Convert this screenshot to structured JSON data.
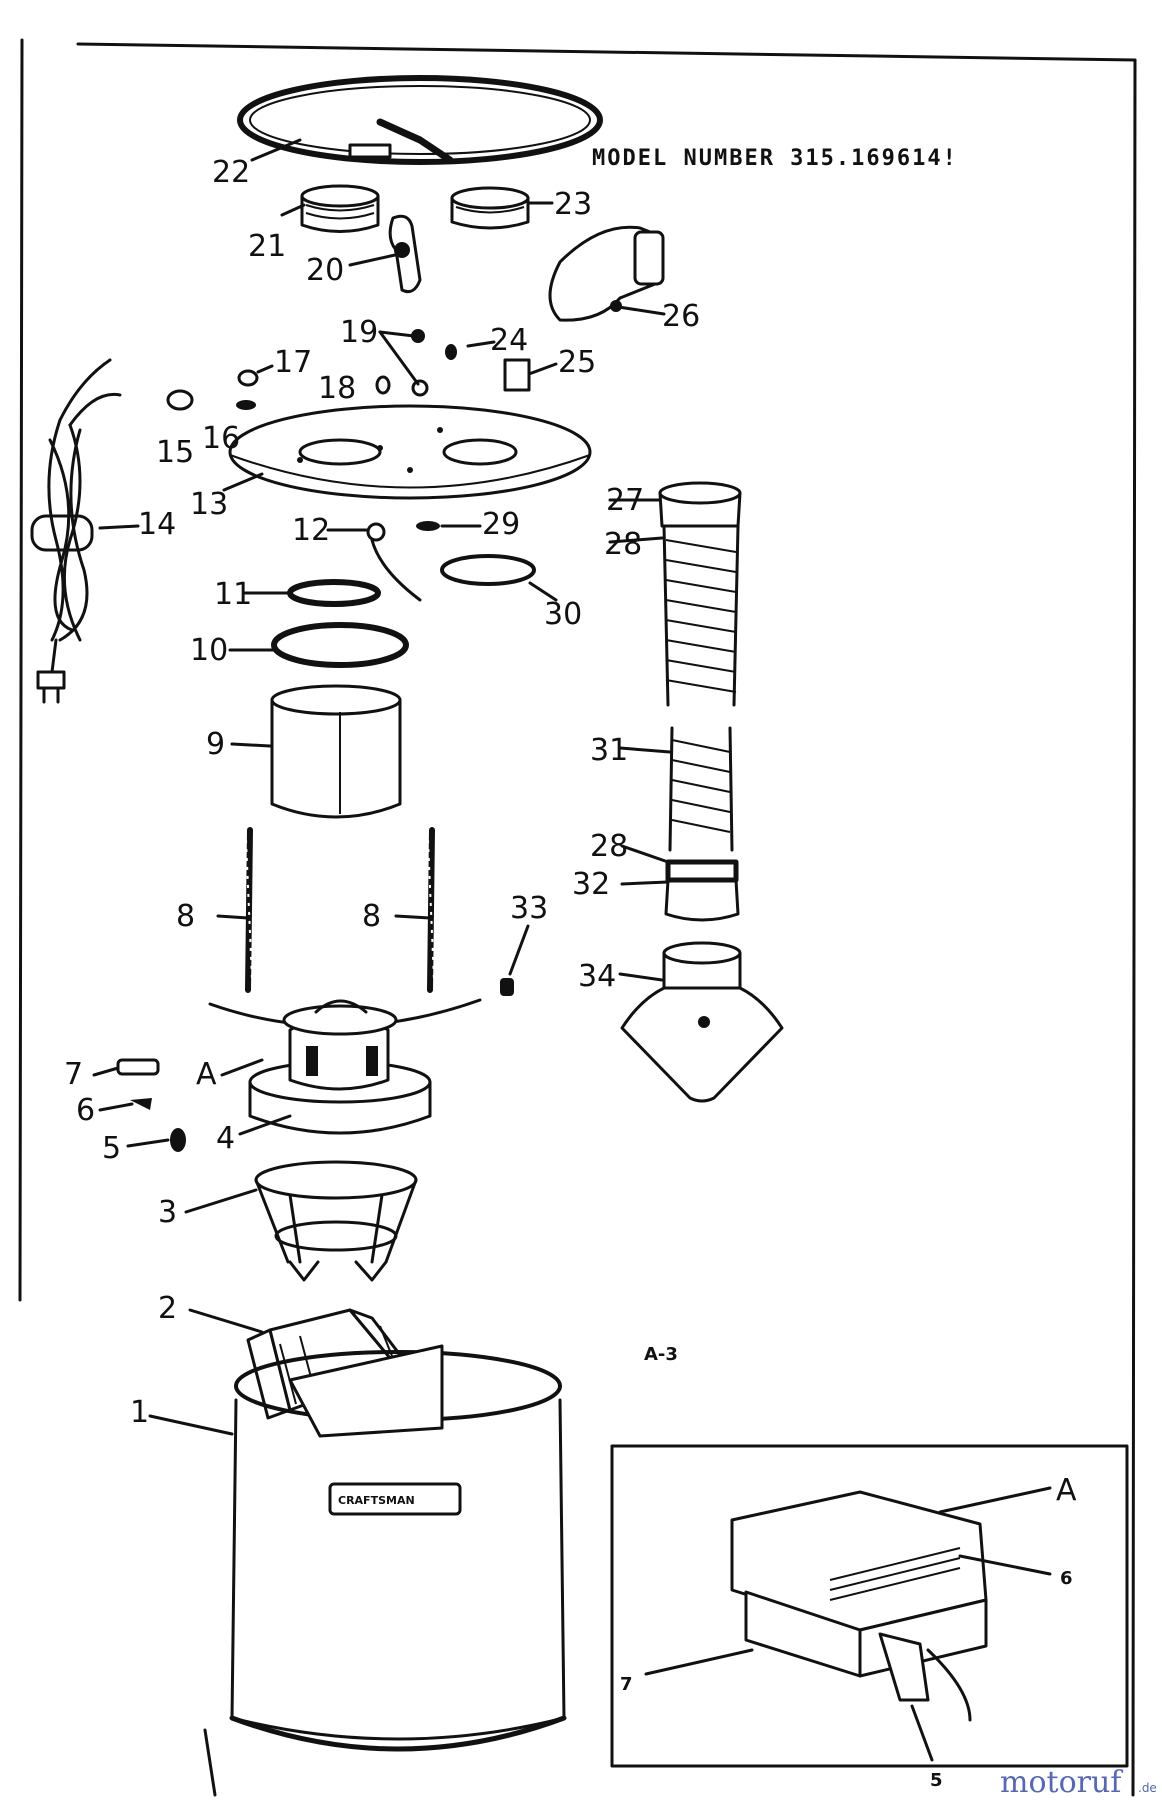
{
  "model_number": "MODEL NUMBER 315.169614!",
  "figure_ref": "A-3",
  "brand": "CRAFTSMAN",
  "watermark": {
    "main": "motoruf",
    "suffix": ".de"
  },
  "main_labels": [
    "1",
    "2",
    "3",
    "4",
    "5",
    "6",
    "7",
    "A",
    "8",
    "8",
    "9",
    "10",
    "11",
    "12",
    "13",
    "14",
    "15",
    "16",
    "17",
    "18",
    "19",
    "20",
    "21",
    "22",
    "23",
    "24",
    "25",
    "26",
    "27",
    "28",
    "29",
    "30",
    "31",
    "28",
    "32",
    "33",
    "34"
  ],
  "inset_labels": [
    "A",
    "6",
    "7",
    "5"
  ]
}
